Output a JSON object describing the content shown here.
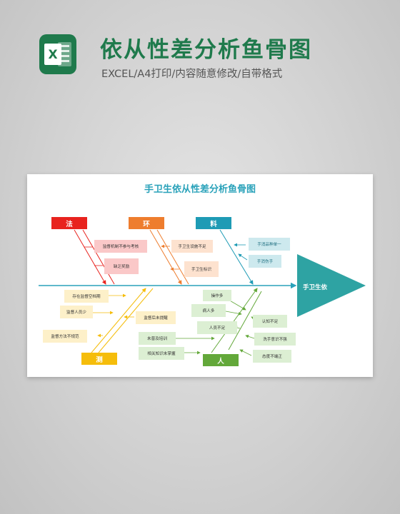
{
  "header": {
    "title": "依从性差分析鱼骨图",
    "subtitle": "EXCEL/A4打印/内容随意修改/自带格式",
    "logo_letter": "X"
  },
  "diagram": {
    "title": "手卫生依从性差分析鱼骨图",
    "head_label": "手卫生依",
    "categories": {
      "fa": "法",
      "huan": "环",
      "liao": "料",
      "ce": "测",
      "ren": "人"
    },
    "causes": {
      "fa": [
        "监督机制不参与考核",
        "缺乏奖励"
      ],
      "huan": [
        "手卫生设施不足",
        "手卫生标识"
      ],
      "liao": [
        "手消品种单一",
        "手消伤手"
      ],
      "ce": [
        "存在监督空档期",
        "监督人员少",
        "监督方法不规范",
        "监督后未提醒"
      ],
      "ren_left": [
        "未普及培训",
        "相关知识未掌握"
      ],
      "ren_mid": [
        "操作多",
        "病人多",
        "人员不足"
      ],
      "ren_right": [
        "认知不足",
        "洗手意识不强",
        "态度不端正"
      ]
    },
    "colors": {
      "spine": "#2aa2ba",
      "head": "#2ea3a3",
      "fa": "#e8231e",
      "huan": "#ee7d2e",
      "liao": "#1e9bb5",
      "ce": "#f5bd0b",
      "ren": "#63a83a"
    }
  }
}
